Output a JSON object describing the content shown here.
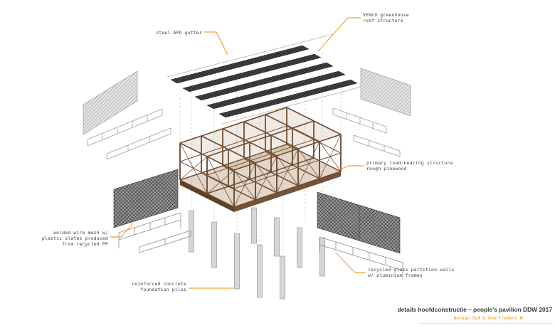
{
  "colors": {
    "accent": "#ee8a00",
    "wood": "#6f4b2f",
    "roof_dark": "#2e2e2e",
    "panel_gray": "#bdbdbd",
    "title_text": "#3a3a3a"
  },
  "labels": {
    "gutter": {
      "l1": "steel APD gutter"
    },
    "roof": {
      "l1": "VENLO greenhouse",
      "l2": "roof structure"
    },
    "structure": {
      "l1": "primary load-bearing structure",
      "l2": "rough pinewood"
    },
    "mesh": {
      "l1": "welded wire mesh w/",
      "l2": "plastic slates produced",
      "l3": "from recycled PP"
    },
    "glass": {
      "l1": "recycled glass partition walls",
      "l2": "w/ aluminium frames"
    },
    "piles": {
      "l1": "reinforced concrete",
      "l2": "foundation piles"
    }
  },
  "title_block": {
    "title": "details hoofdconstructie – people's pavilion DDW 2017",
    "subtitle": "bureau SLA & Overtreders W"
  }
}
